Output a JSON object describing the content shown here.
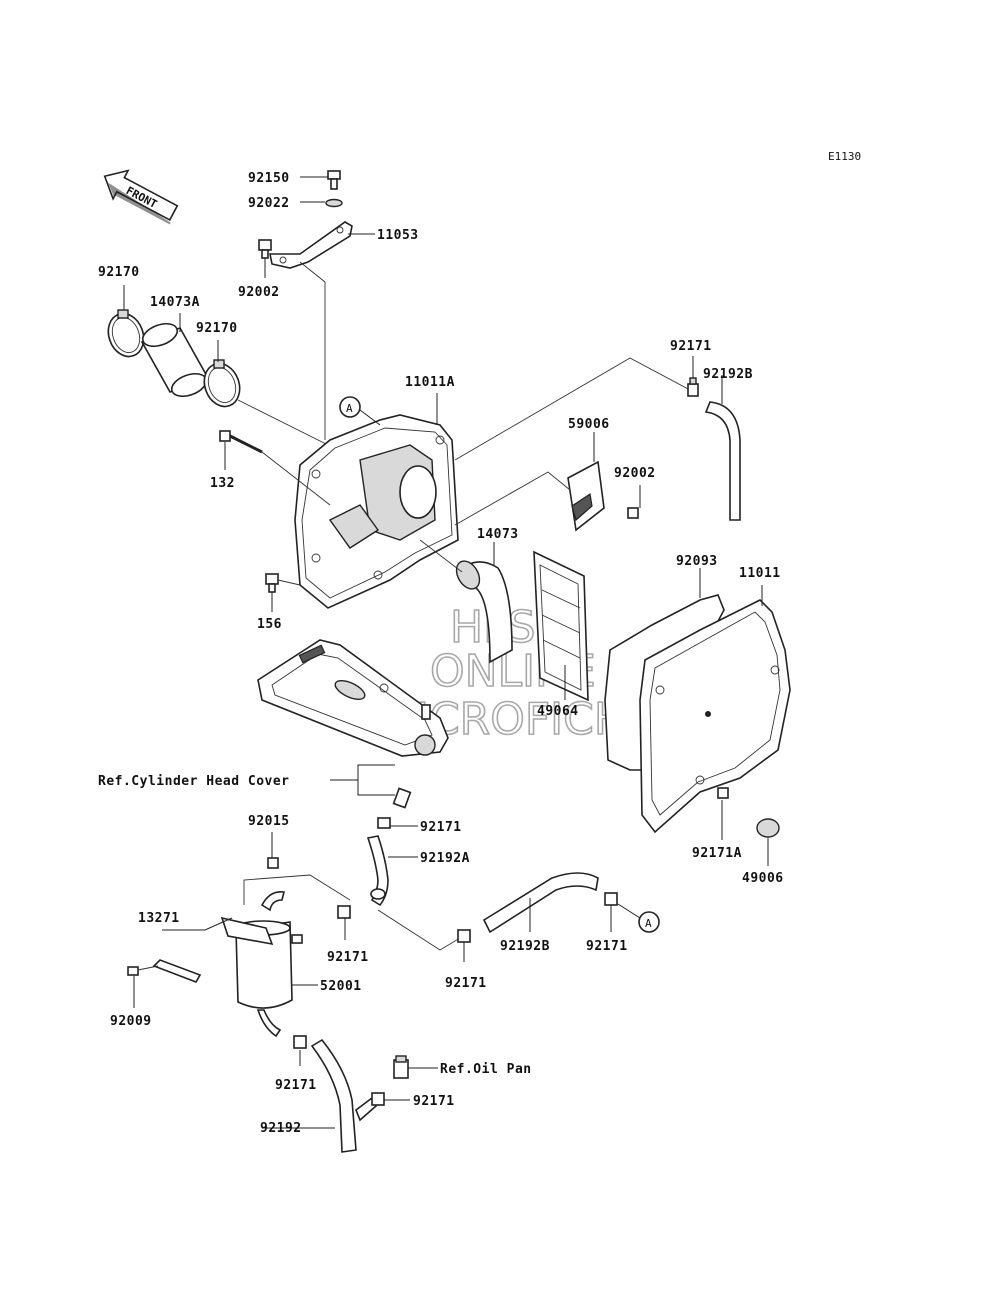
{
  "diagram": {
    "code": "E1130",
    "front_label": "FRONT",
    "watermark": [
      "HLSM",
      "ONLINE",
      "MICROFICHE"
    ],
    "callout_letter": "A",
    "parts": {
      "p92150": "92150",
      "p92022": "92022",
      "p11053": "11053",
      "p92002_top": "92002",
      "p92170_left": "92170",
      "p14073A": "14073A",
      "p92170_right": "92170",
      "p11011A": "11011A",
      "p92171_top": "92171",
      "p92192B_top": "92192B",
      "p59006": "59006",
      "p92002_mid": "92002",
      "p132": "132",
      "p14073": "14073",
      "p92093": "92093",
      "p11011": "11011",
      "p156": "156",
      "p49064": "49064",
      "p92171_cover": "92171",
      "p92015": "92015",
      "p92192A": "92192A",
      "p92171A": "92171A",
      "p49006": "49006",
      "p13271": "13271",
      "p92171_sep": "92171",
      "p92192B_low": "92192B",
      "p92171_A": "92171",
      "p92171_mid": "92171",
      "p52001": "52001",
      "p92009": "92009",
      "p92171_bot": "92171",
      "p92171_oil": "92171",
      "p92192": "92192"
    },
    "refs": {
      "cyl_head": "Ref.Cylinder Head Cover",
      "oil_pan": "Ref.Oil Pan"
    }
  }
}
